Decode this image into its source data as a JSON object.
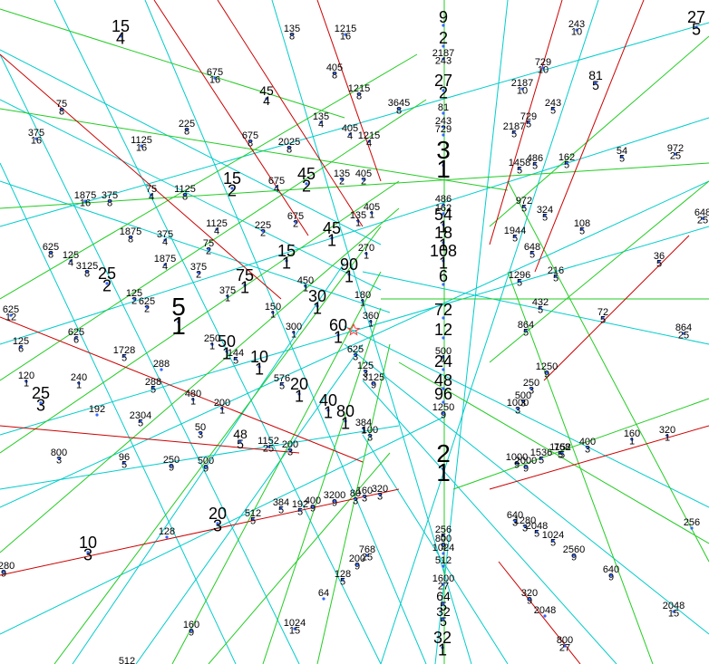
{
  "colors": {
    "background": "#ffffff",
    "line_cyan": "#00cccc",
    "line_green": "#22cc22",
    "line_red": "#cc0000",
    "marker": "#3366ff",
    "center_marker": "#ff3333",
    "text": "#000000"
  },
  "center_marker": "star-icon",
  "fractions": [
    {
      "n": "9",
      "d": "",
      "size": "big"
    },
    {
      "n": "2",
      "d": "",
      "size": "big"
    },
    {
      "n": "27",
      "d": "2",
      "size": "big"
    },
    {
      "n": "3",
      "d": "1",
      "size": "huge"
    },
    {
      "n": "54",
      "d": "1",
      "size": "big"
    },
    {
      "n": "18",
      "d": "1",
      "size": "big"
    },
    {
      "n": "108",
      "d": "1",
      "size": "big"
    },
    {
      "n": "6",
      "d": "",
      "size": "big"
    },
    {
      "n": "72",
      "d": "",
      "size": "big"
    },
    {
      "n": "12",
      "d": "",
      "size": "big"
    },
    {
      "n": "24",
      "d": "",
      "size": "big"
    },
    {
      "n": "48",
      "d": "",
      "size": "big"
    },
    {
      "n": "96",
      "d": "",
      "size": "big"
    },
    {
      "n": "2",
      "d": "1",
      "size": "huge"
    },
    {
      "n": "15",
      "d": "4",
      "size": "big"
    },
    {
      "n": "5",
      "d": "1",
      "size": "huge"
    },
    {
      "n": "25",
      "d": "3",
      "size": "big"
    },
    {
      "n": "10",
      "d": "3",
      "size": "big"
    },
    {
      "n": "20",
      "d": "3",
      "size": "big"
    },
    {
      "n": "25",
      "d": "2",
      "size": "big"
    },
    {
      "n": "15",
      "d": "2",
      "size": "big"
    },
    {
      "n": "45",
      "d": "2",
      "size": "big"
    },
    {
      "n": "45",
      "d": "1",
      "size": "big"
    },
    {
      "n": "15",
      "d": "1",
      "size": "big"
    },
    {
      "n": "75",
      "d": "1",
      "size": "big"
    },
    {
      "n": "90",
      "d": "1",
      "size": "big"
    },
    {
      "n": "30",
      "d": "1",
      "size": "big"
    },
    {
      "n": "60",
      "d": "1",
      "size": "big"
    },
    {
      "n": "50",
      "d": "1",
      "size": "big"
    },
    {
      "n": "10",
      "d": "1",
      "size": "big"
    },
    {
      "n": "20",
      "d": "1",
      "size": "big"
    },
    {
      "n": "40",
      "d": "1",
      "size": "big"
    },
    {
      "n": "80",
      "d": "1",
      "size": "big"
    },
    {
      "n": "135",
      "d": "8",
      "size": "small"
    },
    {
      "n": "1215",
      "d": "16",
      "size": "small"
    },
    {
      "n": "2187",
      "d": "243",
      "size": "small"
    },
    {
      "n": "243",
      "d": "10",
      "size": "small"
    },
    {
      "n": "27",
      "d": "5",
      "size": "big"
    },
    {
      "n": "675",
      "d": "16",
      "size": "small"
    },
    {
      "n": "405",
      "d": "8",
      "size": "small"
    },
    {
      "n": "729",
      "d": "10",
      "size": "small"
    },
    {
      "n": "81",
      "d": "5",
      "size": "medium"
    },
    {
      "n": "2187",
      "d": "10",
      "size": "small"
    },
    {
      "n": "45",
      "d": "4",
      "size": "medium"
    },
    {
      "n": "1215",
      "d": "8",
      "size": "small"
    },
    {
      "n": "3645",
      "d": "8",
      "size": "small"
    },
    {
      "n": "81",
      "d": "",
      "size": "small"
    },
    {
      "n": "243",
      "d": "5",
      "size": "small"
    },
    {
      "n": "75",
      "d": "8",
      "size": "small"
    },
    {
      "n": "225",
      "d": "8",
      "size": "small"
    },
    {
      "n": "135",
      "d": "4",
      "size": "small"
    },
    {
      "n": "243",
      "d": "",
      "size": "small"
    },
    {
      "n": "729",
      "d": "",
      "size": "small"
    },
    {
      "n": "2187",
      "d": "5",
      "size": "small"
    },
    {
      "n": "729",
      "d": "5",
      "size": "small"
    },
    {
      "n": "375",
      "d": "16",
      "size": "small"
    },
    {
      "n": "675",
      "d": "8",
      "size": "small"
    },
    {
      "n": "405",
      "d": "4",
      "size": "small"
    },
    {
      "n": "1215",
      "d": "4",
      "size": "small"
    },
    {
      "n": "1125",
      "d": "16",
      "size": "small"
    },
    {
      "n": "2025",
      "d": "8",
      "size": "small"
    },
    {
      "n": "1458",
      "d": "5",
      "size": "small"
    },
    {
      "n": "486",
      "d": "5",
      "size": "small"
    },
    {
      "n": "162",
      "d": "5",
      "size": "small"
    },
    {
      "n": "54",
      "d": "5",
      "size": "small"
    },
    {
      "n": "972",
      "d": "25",
      "size": "small"
    },
    {
      "n": "75",
      "d": "4",
      "size": "small"
    },
    {
      "n": "1125",
      "d": "8",
      "size": "small"
    },
    {
      "n": "675",
      "d": "4",
      "size": "small"
    },
    {
      "n": "135",
      "d": "2",
      "size": "small"
    },
    {
      "n": "405",
      "d": "2",
      "size": "small"
    },
    {
      "n": "1875",
      "d": "16",
      "size": "small"
    },
    {
      "n": "375",
      "d": "8",
      "size": "small"
    },
    {
      "n": "486",
      "d": "",
      "size": "small"
    },
    {
      "n": "162",
      "d": "",
      "size": "small"
    },
    {
      "n": "972",
      "d": "5",
      "size": "small"
    },
    {
      "n": "324",
      "d": "5",
      "size": "small"
    },
    {
      "n": "108",
      "d": "5",
      "size": "small"
    },
    {
      "n": "648",
      "d": "25",
      "size": "small"
    },
    {
      "n": "1125",
      "d": "4",
      "size": "small"
    },
    {
      "n": "225",
      "d": "2",
      "size": "small"
    },
    {
      "n": "675",
      "d": "2",
      "size": "small"
    },
    {
      "n": "135",
      "d": "1",
      "size": "small"
    },
    {
      "n": "405",
      "d": "1",
      "size": "small"
    },
    {
      "n": "1875",
      "d": "8",
      "size": "small"
    },
    {
      "n": "375",
      "d": "4",
      "size": "small"
    },
    {
      "n": "75",
      "d": "2",
      "size": "small"
    },
    {
      "n": "1944",
      "d": "5",
      "size": "small"
    },
    {
      "n": "648",
      "d": "5",
      "size": "small"
    },
    {
      "n": "625",
      "d": "8",
      "size": "small"
    },
    {
      "n": "125",
      "d": "4",
      "size": "small"
    },
    {
      "n": "3125",
      "d": "8",
      "size": "small"
    },
    {
      "n": "1875",
      "d": "4",
      "size": "small"
    },
    {
      "n": "375",
      "d": "2",
      "size": "small"
    },
    {
      "n": "270",
      "d": "1",
      "size": "small"
    },
    {
      "n": "36",
      "d": "5",
      "size": "small"
    },
    {
      "n": "1296",
      "d": "5",
      "size": "small"
    },
    {
      "n": "216",
      "d": "5",
      "size": "small"
    },
    {
      "n": "125",
      "d": "2",
      "size": "small"
    },
    {
      "n": "625",
      "d": "2",
      "size": "small"
    },
    {
      "n": "375",
      "d": "1",
      "size": "small"
    },
    {
      "n": "450",
      "d": "1",
      "size": "small"
    },
    {
      "n": "180",
      "d": "1",
      "size": "small"
    },
    {
      "n": "432",
      "d": "5",
      "size": "small"
    },
    {
      "n": "72",
      "d": "5",
      "size": "small"
    },
    {
      "n": "625",
      "d": "12",
      "size": "small"
    },
    {
      "n": "150",
      "d": "1",
      "size": "small"
    },
    {
      "n": "360",
      "d": "1",
      "size": "small"
    },
    {
      "n": "864",
      "d": "5",
      "size": "small"
    },
    {
      "n": "864",
      "d": "25",
      "size": "small"
    },
    {
      "n": "125",
      "d": "6",
      "size": "small"
    },
    {
      "n": "625",
      "d": "6",
      "size": "small"
    },
    {
      "n": "250",
      "d": "1",
      "size": "small"
    },
    {
      "n": "300",
      "d": "1",
      "size": "small"
    },
    {
      "n": "1728",
      "d": "5",
      "size": "small"
    },
    {
      "n": "144",
      "d": "5",
      "size": "small"
    },
    {
      "n": "625",
      "d": "3",
      "size": "small"
    },
    {
      "n": "500",
      "d": "1",
      "size": "small"
    },
    {
      "n": "120",
      "d": "1",
      "size": "small"
    },
    {
      "n": "288",
      "d": "",
      "size": "small"
    },
    {
      "n": "125",
      "d": "3",
      "size": "small"
    },
    {
      "n": "1250",
      "d": "9",
      "size": "small"
    },
    {
      "n": "240",
      "d": "1",
      "size": "small"
    },
    {
      "n": "288",
      "d": "5",
      "size": "small"
    },
    {
      "n": "3125",
      "d": "9",
      "size": "small"
    },
    {
      "n": "250",
      "d": "3",
      "size": "small"
    },
    {
      "n": "480",
      "d": "1",
      "size": "small"
    },
    {
      "n": "576",
      "d": "5",
      "size": "small"
    },
    {
      "n": "500",
      "d": "3",
      "size": "small"
    },
    {
      "n": "200",
      "d": "1",
      "size": "small"
    },
    {
      "n": "1152",
      "d": "5",
      "size": "small"
    },
    {
      "n": "1000",
      "d": "3",
      "size": "small"
    },
    {
      "n": "192",
      "d": "",
      "size": "small"
    },
    {
      "n": "2304",
      "d": "5",
      "size": "small"
    },
    {
      "n": "1250",
      "d": "9",
      "size": "small"
    },
    {
      "n": "50",
      "d": "3",
      "size": "small"
    },
    {
      "n": "384",
      "d": "1",
      "size": "small"
    },
    {
      "n": "100",
      "d": "3",
      "size": "small"
    },
    {
      "n": "160",
      "d": "1",
      "size": "small"
    },
    {
      "n": "320",
      "d": "1",
      "size": "small"
    },
    {
      "n": "48",
      "d": "5",
      "size": "medium"
    },
    {
      "n": "1152",
      "d": "25",
      "size": "small"
    },
    {
      "n": "200",
      "d": "3",
      "size": "small"
    },
    {
      "n": "400",
      "d": "3",
      "size": "small"
    },
    {
      "n": "800",
      "d": "3",
      "size": "small"
    },
    {
      "n": "96",
      "d": "5",
      "size": "small"
    },
    {
      "n": "250",
      "d": "9",
      "size": "small"
    },
    {
      "n": "500",
      "d": "9",
      "size": "small"
    },
    {
      "n": "1000",
      "d": "9",
      "size": "small"
    },
    {
      "n": "2000",
      "d": "9",
      "size": "small"
    },
    {
      "n": "1536",
      "d": "5",
      "size": "small"
    },
    {
      "n": "768",
      "d": "5",
      "size": "small"
    },
    {
      "n": "384",
      "d": "5",
      "size": "small"
    },
    {
      "n": "192",
      "d": "5",
      "size": "small"
    },
    {
      "n": "400",
      "d": "9",
      "size": "small"
    },
    {
      "n": "3200",
      "d": "9",
      "size": "small"
    },
    {
      "n": "80",
      "d": "3",
      "size": "small"
    },
    {
      "n": "160",
      "d": "3",
      "size": "small"
    },
    {
      "n": "320",
      "d": "3",
      "size": "small"
    },
    {
      "n": "640",
      "d": "3",
      "size": "small"
    },
    {
      "n": "1280",
      "d": "3",
      "size": "small"
    },
    {
      "n": "2048",
      "d": "5",
      "size": "small"
    },
    {
      "n": "1024",
      "d": "5",
      "size": "small"
    },
    {
      "n": "512",
      "d": "5",
      "size": "small"
    },
    {
      "n": "256",
      "d": "5",
      "size": "small"
    },
    {
      "n": "800",
      "d": "9",
      "size": "small"
    },
    {
      "n": "1024",
      "d": "",
      "size": "small"
    },
    {
      "n": "512",
      "d": "",
      "size": "small"
    },
    {
      "n": "256",
      "d": "",
      "size": "small"
    },
    {
      "n": "128",
      "d": "",
      "size": "small"
    },
    {
      "n": "768",
      "d": "25",
      "size": "small"
    },
    {
      "n": "200",
      "d": "9",
      "size": "small"
    },
    {
      "n": "2560",
      "d": "9",
      "size": "small"
    },
    {
      "n": "1280",
      "d": "9",
      "size": "small"
    },
    {
      "n": "128",
      "d": "5",
      "size": "small"
    },
    {
      "n": "1600",
      "d": "27",
      "size": "small"
    },
    {
      "n": "640",
      "d": "9",
      "size": "small"
    },
    {
      "n": "64",
      "d": "",
      "size": "small"
    },
    {
      "n": "64",
      "d": "5",
      "size": "medium"
    },
    {
      "n": "320",
      "d": "9",
      "size": "small"
    },
    {
      "n": "2048",
      "d": "",
      "size": "small"
    },
    {
      "n": "2048",
      "d": "15",
      "size": "small"
    },
    {
      "n": "1024",
      "d": "15",
      "size": "small"
    },
    {
      "n": "32",
      "d": "5",
      "size": "medium"
    },
    {
      "n": "160",
      "d": "9",
      "size": "small"
    },
    {
      "n": "32",
      "d": "1",
      "size": "big"
    },
    {
      "n": "800",
      "d": "27",
      "size": "small"
    },
    {
      "n": "512",
      "d": "9",
      "size": "small"
    },
    {
      "n": "512",
      "d": "15",
      "size": "small"
    },
    {
      "n": "400",
      "d": "",
      "size": "small"
    }
  ]
}
